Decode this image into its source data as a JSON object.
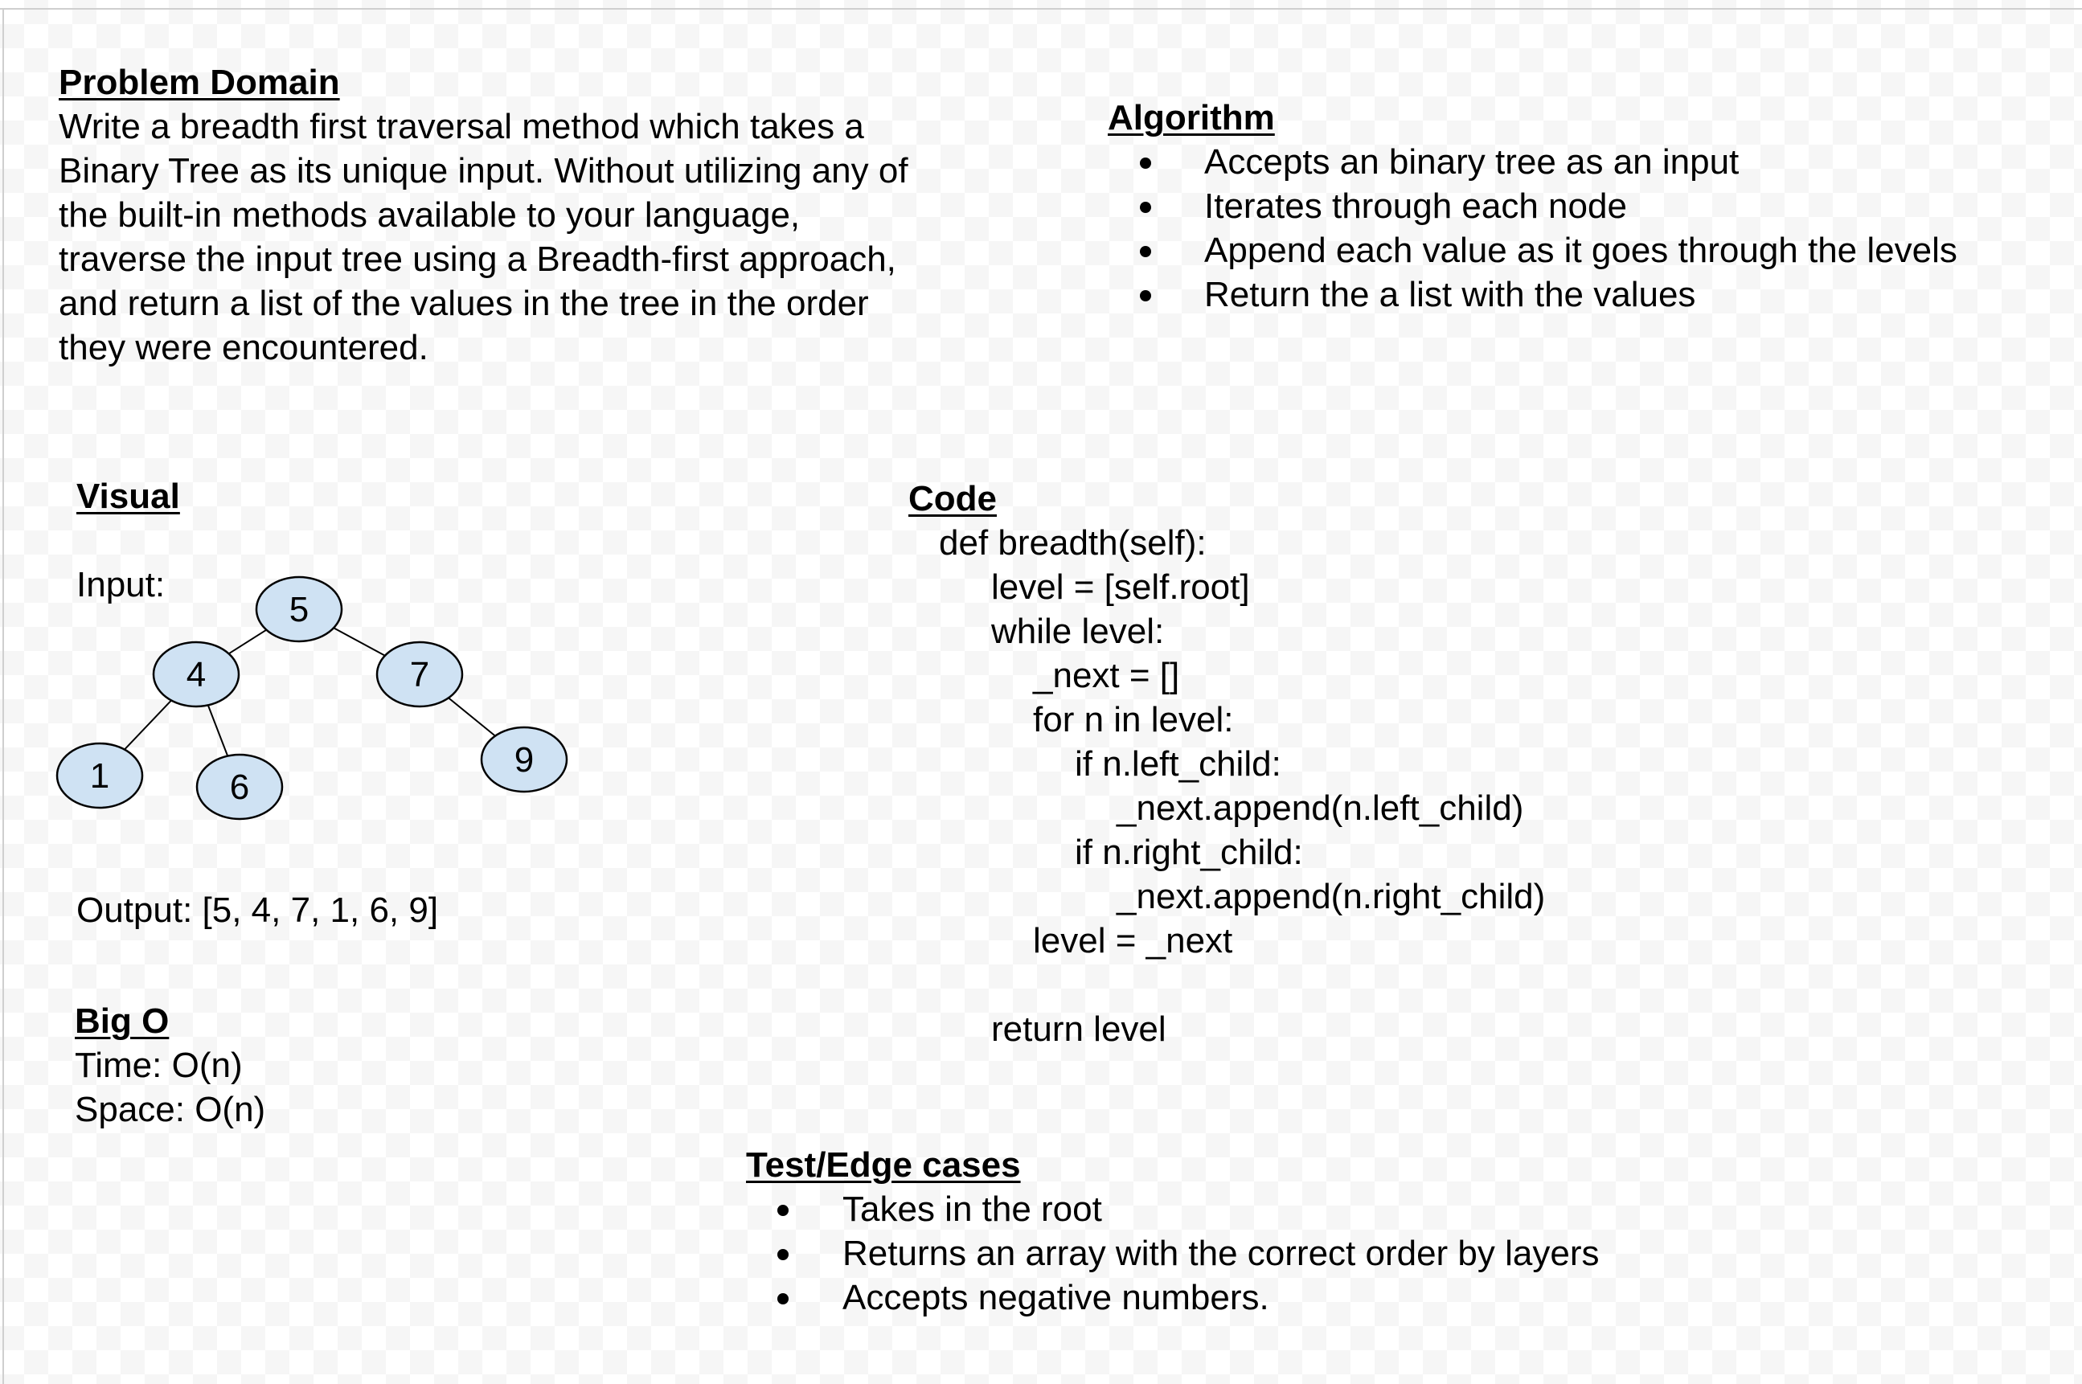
{
  "problem_domain": {
    "heading": "Problem Domain",
    "lines": [
      "Write a breadth first traversal method which takes a",
      "Binary Tree as its unique input. Without utilizing any of",
      "the built-in methods available to your language,",
      "traverse the input tree using a Breadth-first approach,",
      "and return a list of the values in the tree in the order",
      "they were encountered."
    ]
  },
  "algorithm": {
    "heading": "Algorithm",
    "items": [
      "Accepts an binary tree as an input",
      "Iterates through each node",
      "Append each value as it goes through the levels",
      "Return the a list with the values"
    ]
  },
  "visual": {
    "heading": "Visual",
    "input_label": "Input:",
    "nodes": [
      {
        "id": "n5",
        "label": "5",
        "name": "tree-node-5"
      },
      {
        "id": "n4",
        "label": "4",
        "name": "tree-node-4"
      },
      {
        "id": "n7",
        "label": "7",
        "name": "tree-node-7"
      },
      {
        "id": "n1",
        "label": "1",
        "name": "tree-node-1"
      },
      {
        "id": "n6",
        "label": "6",
        "name": "tree-node-6"
      },
      {
        "id": "n9",
        "label": "9",
        "name": "tree-node-9"
      }
    ],
    "edges": [
      [
        "n5",
        "n4"
      ],
      [
        "n5",
        "n7"
      ],
      [
        "n4",
        "n1"
      ],
      [
        "n4",
        "n6"
      ],
      [
        "n7",
        "n9"
      ]
    ],
    "node_fill": "#cfe2f3",
    "node_stroke": "#000000",
    "output_text": "Output: [5, 4, 7, 1, 6, 9]"
  },
  "code": {
    "heading": "Code",
    "lines": [
      "def breadth(self):",
      "level = [self.root]",
      "while level:",
      "_next = []",
      "for n in level:",
      "if n.left_child:",
      "_next.append(n.left_child)",
      "if n.right_child:",
      "_next.append(n.right_child)",
      "level = _next",
      "",
      "return level"
    ]
  },
  "big_o": {
    "heading": "Big O",
    "time": "Time: O(n)",
    "space": "Space: O(n)"
  },
  "tests": {
    "heading": "Test/Edge cases",
    "items": [
      "Takes in the root",
      "Returns an array with the correct order by layers",
      "Accepts negative numbers."
    ]
  }
}
